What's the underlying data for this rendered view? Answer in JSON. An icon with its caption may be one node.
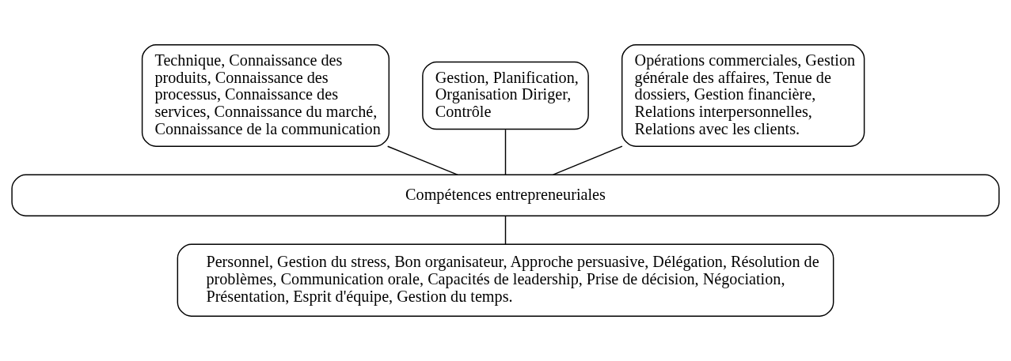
{
  "diagram": {
    "nodes": [
      {
        "text": [
          "Technique, Connaissance des produits, Connaissance des processus, Connaissance des services, Connaissance du marché, Connaissance de la communication"
        ]
      },
      {
        "text": [
          "Gestion, Planification, Organisation Diriger, Contrôle"
        ]
      },
      {
        "text": [
          "Opérations commerciales, Gestion générale des affaires, Tenue de dossiers, Gestion financière, Relations interpersonnelles, Relations avec les clients."
        ]
      },
      {
        "text": [
          "Compétences entrepreneuriales"
        ]
      },
      {
        "text": [
          "Personnel, Gestion du stress, Bon organisateur, Approche persuasive, Délégation, Résolution de problèmes, Communication orale, Capacités de leadership, Prise de décision, Négociation, Présentation, Esprit d'équipe, Gestion du temps."
        ]
      }
    ],
    "edges": [
      {
        "from": 0,
        "to": 3,
        "arrow": "none"
      },
      {
        "from": 1,
        "to": 3,
        "arrow": "none"
      },
      {
        "from": 2,
        "to": 3,
        "arrow": "none"
      },
      {
        "from": 3,
        "to": 4,
        "arrow": "none"
      }
    ]
  }
}
